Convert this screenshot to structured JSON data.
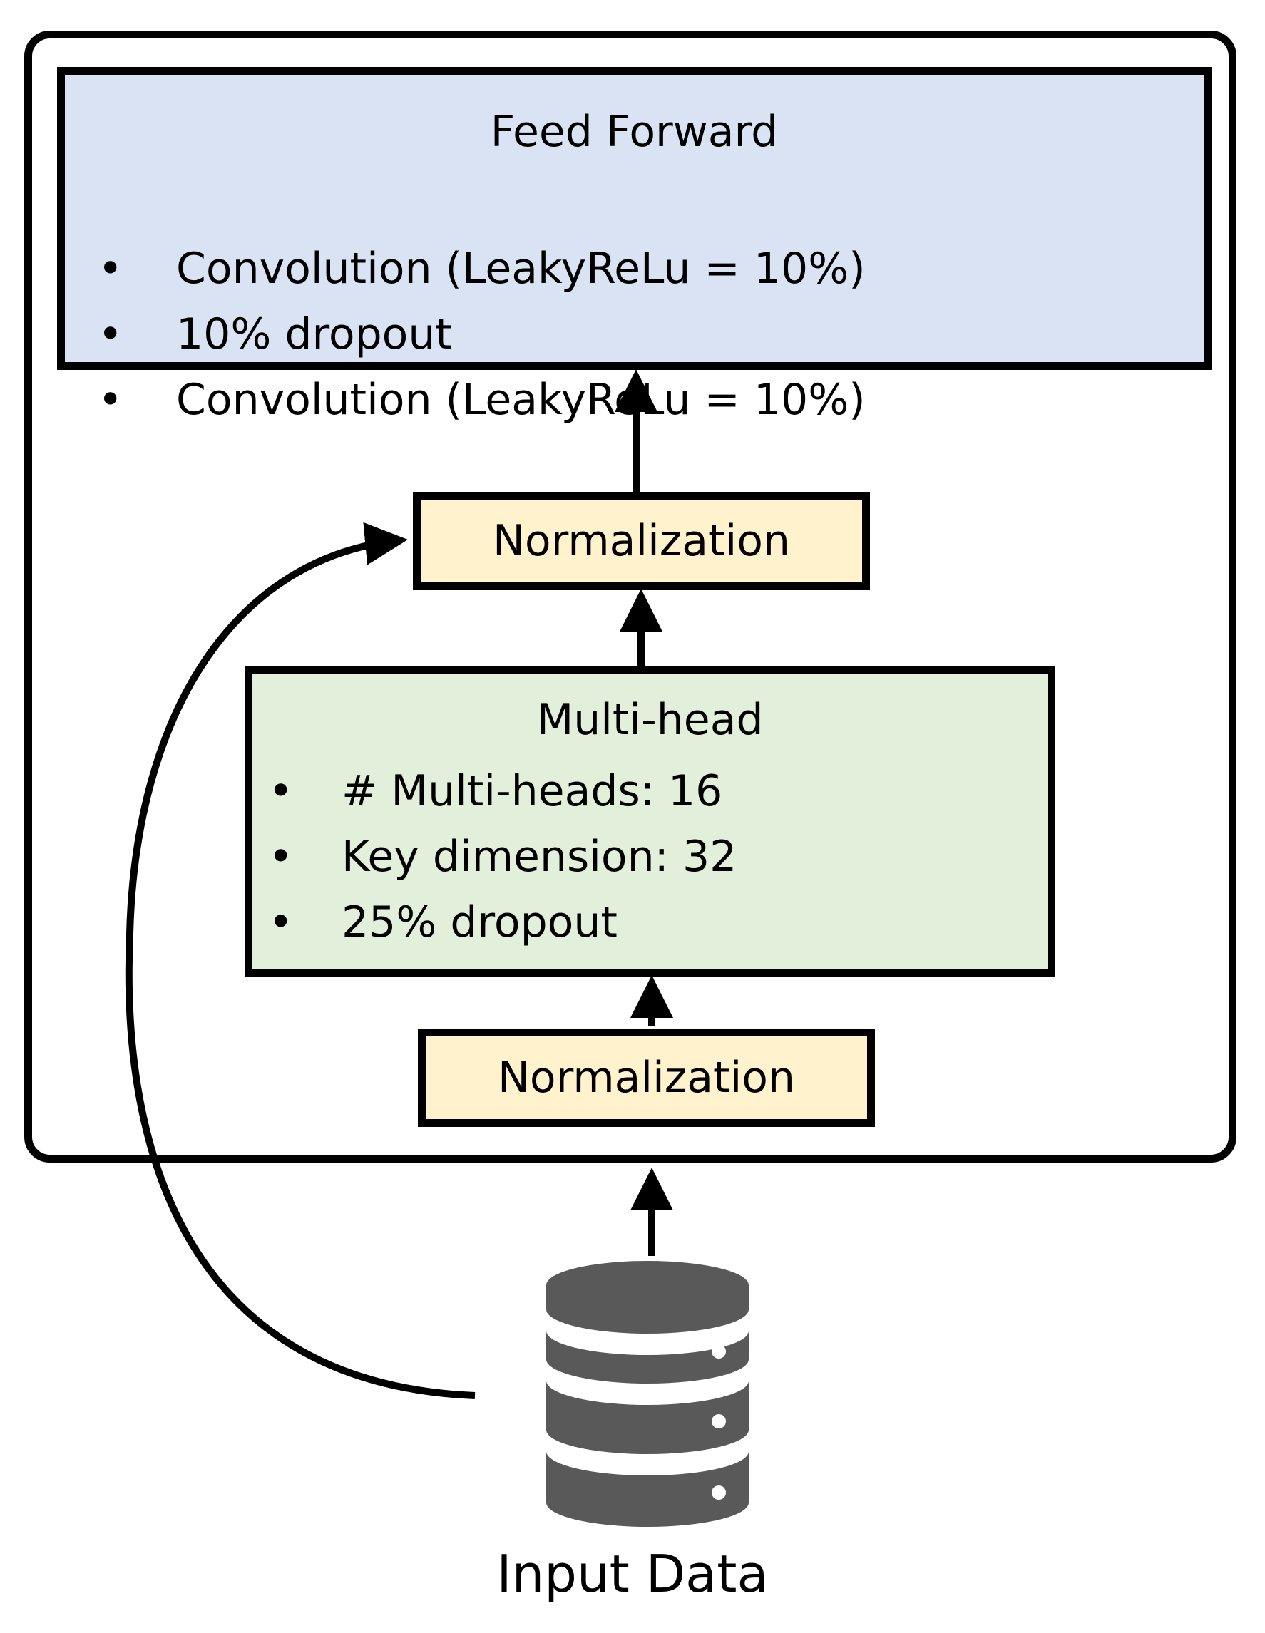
{
  "feed_forward": {
    "title": "Feed Forward",
    "items": [
      "Convolution (LeakyReLu = 10%)",
      "10% dropout",
      "Convolution (LeakyReLu = 10%)"
    ],
    "fill_color": "#dae3f3"
  },
  "normalization_top": {
    "label": "Normalization",
    "fill_color": "#fff2cc"
  },
  "multi_head": {
    "title": "Multi-head",
    "items": [
      "# Multi-heads: 16",
      "Key dimension: 32",
      "25% dropout"
    ],
    "fill_color": "#e2efda"
  },
  "normalization_bottom": {
    "label": "Normalization",
    "fill_color": "#fff2cc"
  },
  "input": {
    "label": "Input Data",
    "icon": "database-icon",
    "icon_color": "#595959"
  },
  "bullet_symbol": "•"
}
